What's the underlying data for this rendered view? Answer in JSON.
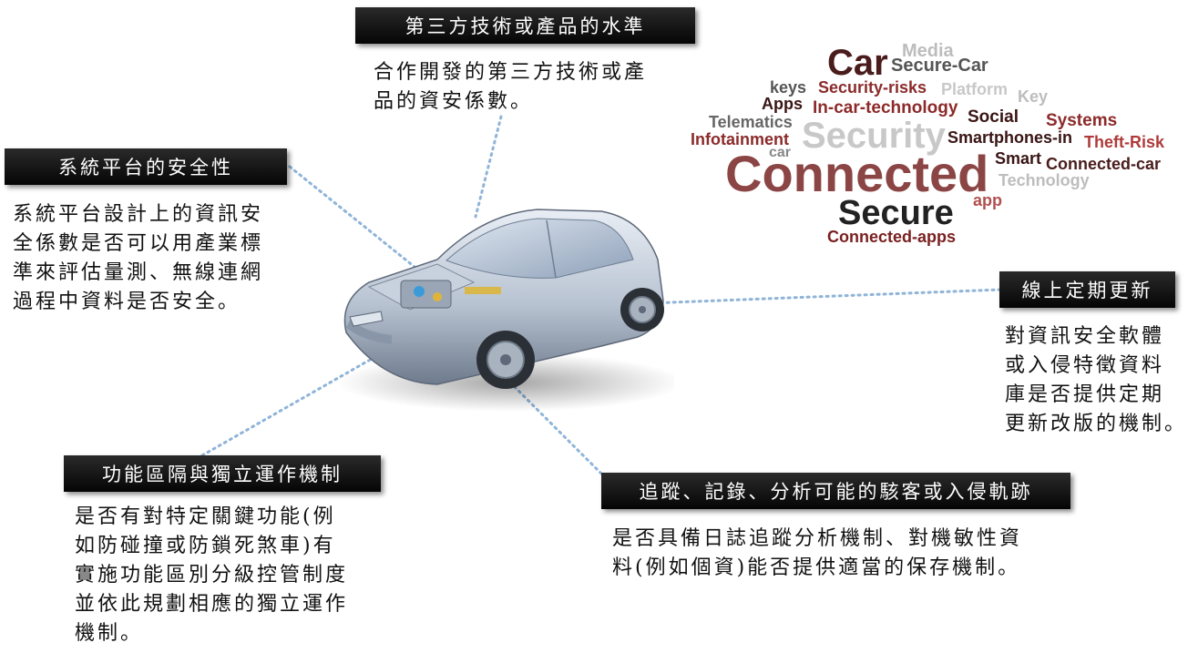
{
  "sections": {
    "third_party": {
      "title": "第三方技術或產品的水準",
      "lines": [
        "合作開發的第三方技術或產",
        "品的資安係數。"
      ]
    },
    "platform": {
      "title": "系統平台的安全性",
      "lines": [
        "系統平台設計上的資訊安",
        "全係數是否可以用產業標",
        "準來評估量測、無線連網",
        "過程中資料是否安全。"
      ]
    },
    "update": {
      "title": "線上定期更新",
      "lines": [
        "對資訊安全軟體",
        "或入侵特徵資料",
        "庫是否提供定期",
        "更新改版的機制。"
      ]
    },
    "isolation": {
      "title": "功能區隔與獨立運作機制",
      "lines": [
        "是否有對特定關鍵功能(例",
        "如防碰撞或防鎖死煞車)有",
        "實施功能區別分級控管制度",
        "並依此規劃相應的獨立運作",
        "機制。"
      ]
    },
    "tracking": {
      "title": "追蹤、記錄、分析可能的駭客或入侵軌跡",
      "lines": [
        "是否具備日誌追蹤分析機制、對機敏性資",
        "料(例如個資)能否提供適當的保存機制。"
      ]
    }
  },
  "word_cloud": {
    "words": [
      {
        "text": "Media",
        "color": "#bdbdbd"
      },
      {
        "text": "Car",
        "color": "#4a1c1c"
      },
      {
        "text": "Secure-Car",
        "color": "#555555"
      },
      {
        "text": "keys",
        "color": "#555555"
      },
      {
        "text": "Security-risks",
        "color": "#8c2a2a"
      },
      {
        "text": "Platform",
        "color": "#c8c8c8"
      },
      {
        "text": "Key",
        "color": "#bdbdbd"
      },
      {
        "text": "Apps",
        "color": "#3a1515"
      },
      {
        "text": "In-car-technology",
        "color": "#8c2a2a"
      },
      {
        "text": "Social",
        "color": "#3a1515"
      },
      {
        "text": "Telematics",
        "color": "#666666"
      },
      {
        "text": "Systems",
        "color": "#8c2a2a"
      },
      {
        "text": "Infotainment",
        "color": "#8c2a2a"
      },
      {
        "text": "Security",
        "color": "#c8c8c8"
      },
      {
        "text": "Smartphones-in",
        "color": "#3a1515"
      },
      {
        "text": "Theft-Risk",
        "color": "#b03a3a"
      },
      {
        "text": "car",
        "color": "#888888"
      },
      {
        "text": "Connected",
        "color": "#8c4545"
      },
      {
        "text": "Smart",
        "color": "#3a1515"
      },
      {
        "text": "Connected-car",
        "color": "#4a1c1c"
      },
      {
        "text": "Technology",
        "color": "#bdbdbd"
      },
      {
        "text": "app",
        "color": "#b05050"
      },
      {
        "text": "Secure",
        "color": "#222222"
      },
      {
        "text": "Connected-apps",
        "color": "#7a1f1f"
      }
    ]
  },
  "colors": {
    "header_bg": "#111111",
    "header_text": "#ffffff",
    "connector": "#8fb4d8"
  }
}
